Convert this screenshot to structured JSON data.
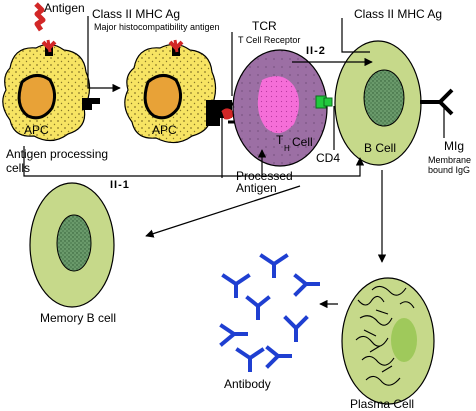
{
  "labels": {
    "antigen": "Antigen",
    "class2_left": "Class II MHC Ag",
    "mhc_full": "Major histocompatibility antigen",
    "tcr": "TCR",
    "tcr_full": "T Cell Receptor",
    "class2_right": "Class II MHC Ag",
    "il2": "II-2",
    "apc_1": "APC",
    "apc_2": "APC",
    "t_cell_letter": "T",
    "t_cell_subscript": "H",
    "t_cell_word": "Cell",
    "b_cell": "B Cell",
    "cd4": "CD4",
    "antigen_processing_1": "Antigen processing",
    "antigen_processing_2": "cells",
    "il1": "II-1",
    "processed_1": "Processed",
    "processed_2": "Antigen",
    "mig": "MIg",
    "membrane_1": "Membrane",
    "membrane_2": "bound IgG",
    "memory_b": "Memory B cell",
    "antibody": "Antibody",
    "plasma": "Plasma Cell"
  },
  "colors": {
    "apc_body": "#f7e463",
    "apc_nucleus": "#e8a237",
    "t_cell_body": "#9c6fa4",
    "t_cell_nucleus": "#f56ed8",
    "b_cell_body": "#c6d98a",
    "b_cell_nucleus": "#6a9a6b",
    "plasma_nucleus": "#9fc95b",
    "antibody": "#1f3fd1",
    "antigen": "#d22727",
    "cd4": "#21c93e"
  }
}
